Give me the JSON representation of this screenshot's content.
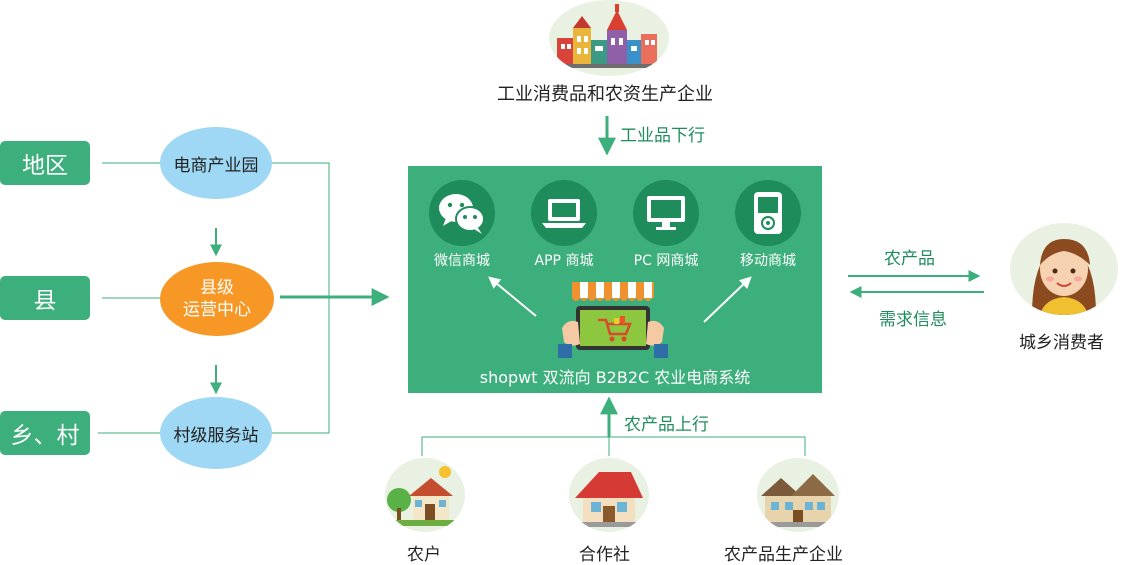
{
  "colors": {
    "green": "#3daf7d",
    "green_dark": "#1f8c5c",
    "ellipse_blue": "#9fd8f4",
    "ellipse_orange": "#f79826",
    "line_gray": "#9a9a9a",
    "circle_bg": "#e8f1e2"
  },
  "levels": [
    {
      "label": "地区"
    },
    {
      "label": "县"
    },
    {
      "label": "乡、村"
    }
  ],
  "nodes": {
    "industrial_park": "电商产业园",
    "county_center_line1": "县级",
    "county_center_line2": "运营中心",
    "village_station": "村级服务站"
  },
  "top": {
    "supplier": "工业消费品和农资生产企业",
    "down_flow": "工业品下行",
    "supplier_icon": "city-buildings-icon"
  },
  "platform": {
    "title": "shopwt 双流向 B2B2C 农业电商系统",
    "center_icon": "shop-tablet-icon",
    "channels": [
      {
        "label": "微信商城",
        "icon": "wechat-icon"
      },
      {
        "label": "APP 商城",
        "icon": "laptop-icon"
      },
      {
        "label": "PC 网商城",
        "icon": "monitor-icon"
      },
      {
        "label": "移动商城",
        "icon": "mobile-phone-icon"
      }
    ]
  },
  "right": {
    "to_consumer": "农产品",
    "from_consumer": "需求信息",
    "consumer": "城乡消费者",
    "consumer_icon": "consumer-avatar-icon"
  },
  "bottom": {
    "up_flow": "农产品上行",
    "producers": [
      {
        "label": "农户",
        "icon": "farmhouse-icon"
      },
      {
        "label": "合作社",
        "icon": "cooperative-house-icon"
      },
      {
        "label": "农产品生产企业",
        "icon": "enterprise-house-icon"
      }
    ]
  }
}
